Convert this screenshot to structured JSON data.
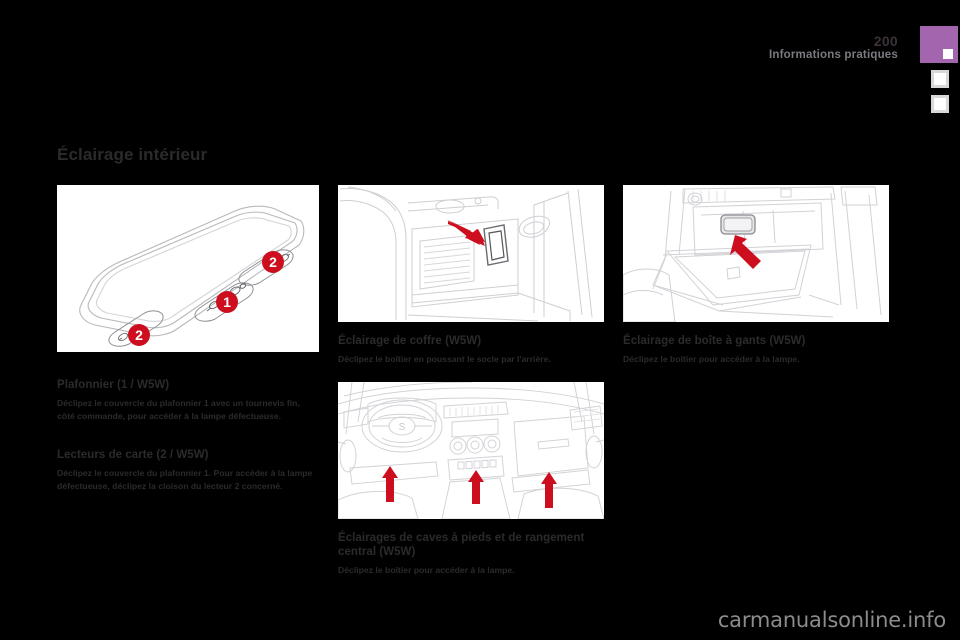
{
  "header": {
    "page_number": "200",
    "chapter_title": "Informations pratiques",
    "accent_color": "#a366ae"
  },
  "main": {
    "title": "Éclairage intérieur"
  },
  "columns": {
    "left": {
      "figure": {
        "name": "overhead-console-diagram",
        "callouts": [
          {
            "label": "1"
          },
          {
            "label": "2"
          },
          {
            "label": "2"
          }
        ]
      },
      "sections": [
        {
          "heading": "Plafonnier (1 / W5W)",
          "body": "Déclipez le couvercle du plafonnier 1 avec un tournevis fin, côté commande, pour accéder à la lampe défectueuse."
        },
        {
          "heading": "Lecteurs de carte (2 / W5W)",
          "body": "Déclipez le couvercle du plafonnier 1. Pour accéder à la lampe défectueuse, déclipez la cloison du lecteur 2 concerné."
        }
      ]
    },
    "middle": {
      "figure_top": {
        "name": "boot-light-diagram"
      },
      "figure_bottom": {
        "name": "dashboard-footwell-lights-diagram"
      },
      "sections": [
        {
          "heading": "Éclairage de coffre (W5W)",
          "body": "Déclipez le boîtier en poussant le socle par l'arrière."
        },
        {
          "heading": "Éclairages de caves à pieds et de rangement central (W5W)",
          "body": "Déclipez le boîtier pour accéder à la lampe."
        }
      ]
    },
    "right": {
      "figure": {
        "name": "glovebox-light-diagram"
      },
      "sections": [
        {
          "heading": "Éclairage de boîte à gants (W5W)",
          "body": "Déclipez le boîtier pour accéder à la lampe."
        }
      ]
    }
  },
  "watermark": {
    "text": "carmanualsonline.info"
  }
}
